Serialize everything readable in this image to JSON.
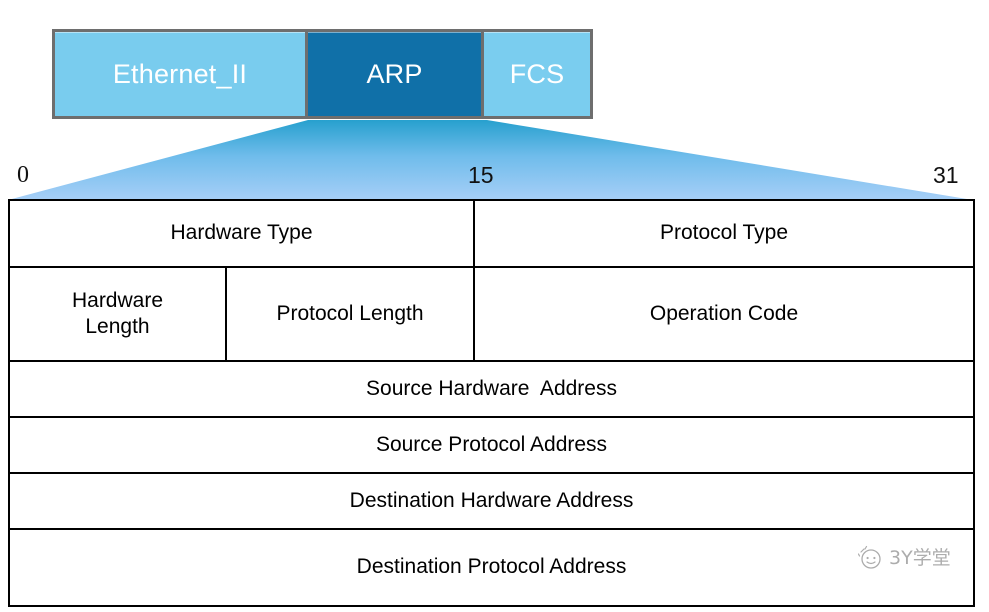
{
  "frame_strip": {
    "boxes": [
      {
        "label": "Ethernet_II",
        "fill": "#79CCEE",
        "text_color": "#FFFFFF"
      },
      {
        "label": "ARP",
        "fill": "#1070A8",
        "text_color": "#FFFFFF"
      },
      {
        "label": "FCS",
        "fill": "#7ACDEF",
        "text_color": "#FFFFFF"
      }
    ],
    "border_color": "#6E6E6E"
  },
  "funnel": {
    "gradient_top": "#27A0CE",
    "gradient_bottom": "#A7CFF7",
    "description": "expansion-trapezoid-from-arp-field"
  },
  "bit_ruler": {
    "start": "0",
    "middle": "15",
    "end": "31"
  },
  "packet_table": {
    "border_color": "#000000",
    "rows": [
      {
        "cells": [
          {
            "label": "Hardware Type",
            "span": 2
          },
          {
            "label": "Protocol Type",
            "span": 2
          }
        ]
      },
      {
        "cells": [
          {
            "label": "Hardware\nLength",
            "span": 1
          },
          {
            "label": "Protocol Length",
            "span": 1
          },
          {
            "label": "Operation Code",
            "span": 2
          }
        ]
      },
      {
        "cells": [
          {
            "label": "Source Hardware  Address",
            "span": 4
          }
        ]
      },
      {
        "cells": [
          {
            "label": "Source Protocol Address",
            "span": 4
          }
        ]
      },
      {
        "cells": [
          {
            "label": "Destination Hardware Address",
            "span": 4
          }
        ]
      },
      {
        "cells": [
          {
            "label": "Destination Protocol Address",
            "span": 4
          }
        ]
      }
    ]
  },
  "watermark": {
    "text": "3Y学堂",
    "icon": "smiley-face-icon"
  }
}
